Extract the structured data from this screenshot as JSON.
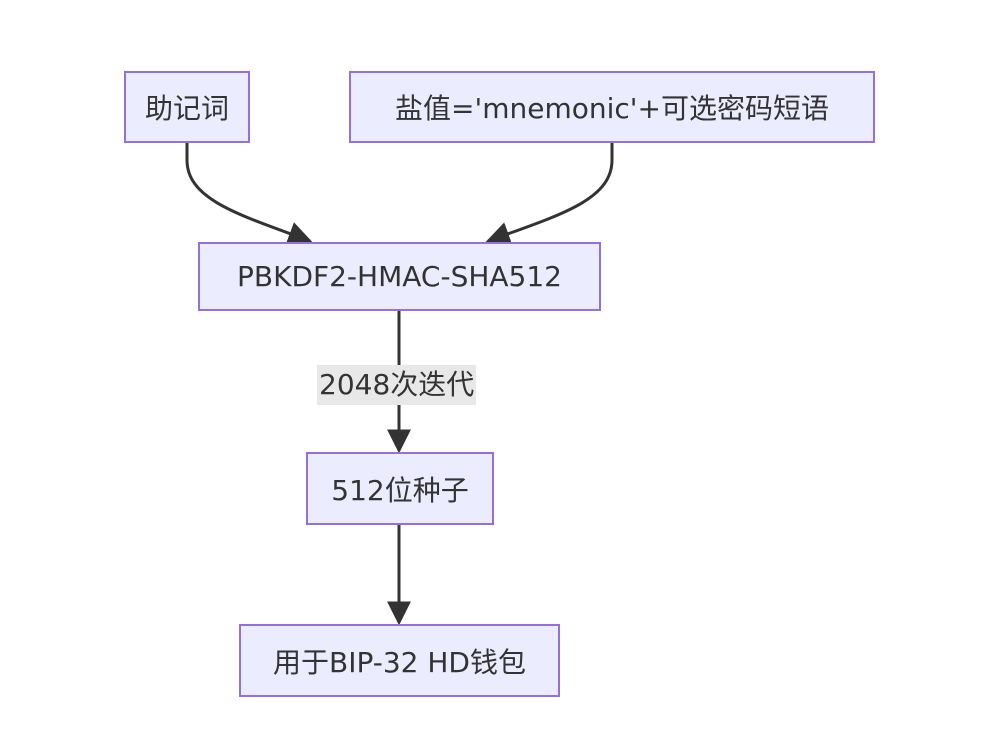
{
  "diagram": {
    "type": "flowchart",
    "direction": "top-down",
    "nodes": [
      {
        "id": "mnemonic",
        "label": "助记词"
      },
      {
        "id": "salt",
        "label": "盐值='mnemonic'+可选密码短语"
      },
      {
        "id": "pbkdf2",
        "label": "PBKDF2-HMAC-SHA512"
      },
      {
        "id": "seed",
        "label": "512位种子"
      },
      {
        "id": "wallet",
        "label": "用于BIP-32 HD钱包"
      }
    ],
    "edges": [
      {
        "from": "mnemonic",
        "to": "pbkdf2",
        "label": ""
      },
      {
        "from": "salt",
        "to": "pbkdf2",
        "label": ""
      },
      {
        "from": "pbkdf2",
        "to": "seed",
        "label": "2048次迭代"
      },
      {
        "from": "seed",
        "to": "wallet",
        "label": ""
      }
    ],
    "colors": {
      "node_fill": "#ECECFF",
      "node_border": "#9370DB",
      "edge": "#333333",
      "edge_label_bg": "#e8e8e8",
      "text": "#333333"
    }
  }
}
